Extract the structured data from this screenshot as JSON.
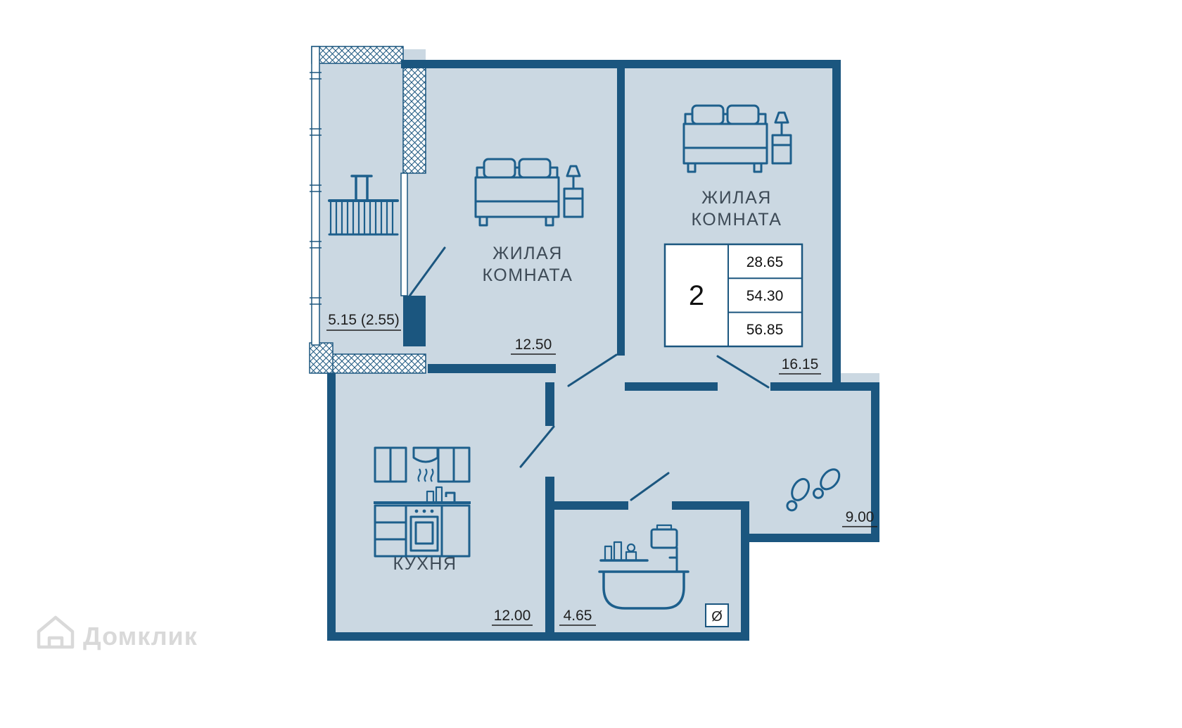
{
  "plan": {
    "type": "apartment-floor-plan",
    "source_watermark": "Домклик"
  },
  "colors": {
    "plan_fill": "#cbd8e2",
    "wall": "#1b567f",
    "line": "#1d5f8c",
    "label": "#3e4b57",
    "number": "#1f1f1f",
    "table_bg": "#ffffff",
    "watermark": "#d9d9d9"
  },
  "rooms": {
    "bedroom1": {
      "name_line1": "ЖИЛАЯ",
      "name_line2": "КОМНАТА",
      "area": "12.50"
    },
    "bedroom2": {
      "name_line1": "ЖИЛАЯ",
      "name_line2": "КОМНАТА",
      "area": "16.15"
    },
    "kitchen": {
      "name": "КУХНЯ",
      "area": "12.00"
    },
    "bathroom": {
      "area": "4.65",
      "vent_symbol": "Ø"
    },
    "hallway": {
      "area": "9.00"
    },
    "balcony": {
      "area": "5.15 (2.55)"
    }
  },
  "info_table": {
    "room_count": "2",
    "rows": [
      "28.65",
      "54.30",
      "56.85"
    ]
  },
  "icons": {
    "bedroom1": "double-bed-icon",
    "bedroom2": "double-bed-icon",
    "kitchen": "kitchen-stove-icon",
    "bathroom": "bathtub-icon",
    "hallway": "footprints-icon",
    "balcony": "railing-icon",
    "watermark": "house-logo-icon"
  },
  "watermark": {
    "text": "Домклик"
  }
}
